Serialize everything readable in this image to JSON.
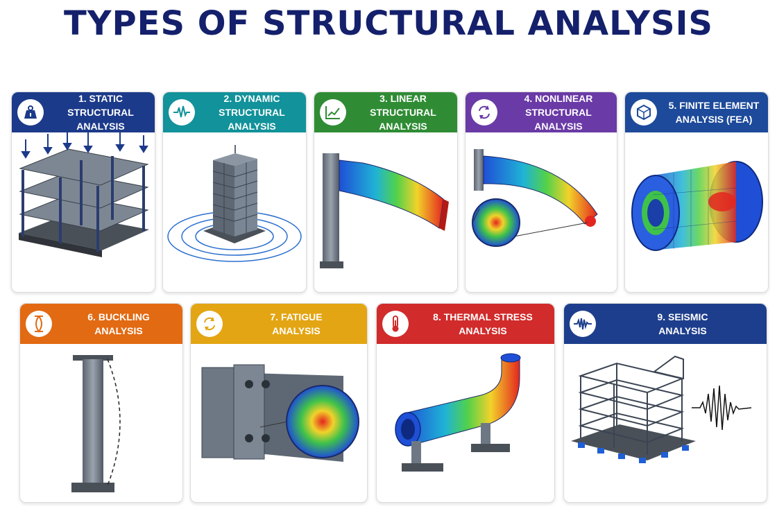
{
  "title": "TYPES OF STRUCTURAL ANALYSIS",
  "cards": [
    {
      "line1": "1. STATIC",
      "line2": "STRUCTURAL ANALYSIS",
      "color": "#1c3a8a",
      "icon": "weight-icon"
    },
    {
      "line1": "2. DYNAMIC",
      "line2": "STRUCTURAL ANALYSIS",
      "color": "#12929a",
      "icon": "wave-pulse-icon"
    },
    {
      "line1": "3. LINEAR",
      "line2": "STRUCTURAL ANALYSIS",
      "color": "#2f8c34",
      "icon": "line-chart-icon"
    },
    {
      "line1": "4. NONLINEAR",
      "line2": "STRUCTURAL ANALYSIS",
      "color": "#6a3aa6",
      "icon": "cycle-arrows-icon"
    },
    {
      "line1": "5. FINITE ELEMENT",
      "line2": "ANALYSIS (FEA)",
      "color": "#1d4a9a",
      "icon": "mesh-cube-icon"
    },
    {
      "line1": "6. BUCKLING",
      "line2": "ANALYSIS",
      "color": "#e26a12",
      "icon": "buckling-column-icon"
    },
    {
      "line1": "7. FATIGUE",
      "line2": "ANALYSIS",
      "color": "#e3a513",
      "icon": "cycle-arrows-icon"
    },
    {
      "line1": "8. THERMAL STRESS",
      "line2": "ANALYSIS",
      "color": "#d12b2b",
      "icon": "thermometer-icon"
    },
    {
      "line1": "9. SEISMIC",
      "line2": "ANALYSIS",
      "color": "#1d3e8c",
      "icon": "seismic-wave-icon"
    }
  ]
}
